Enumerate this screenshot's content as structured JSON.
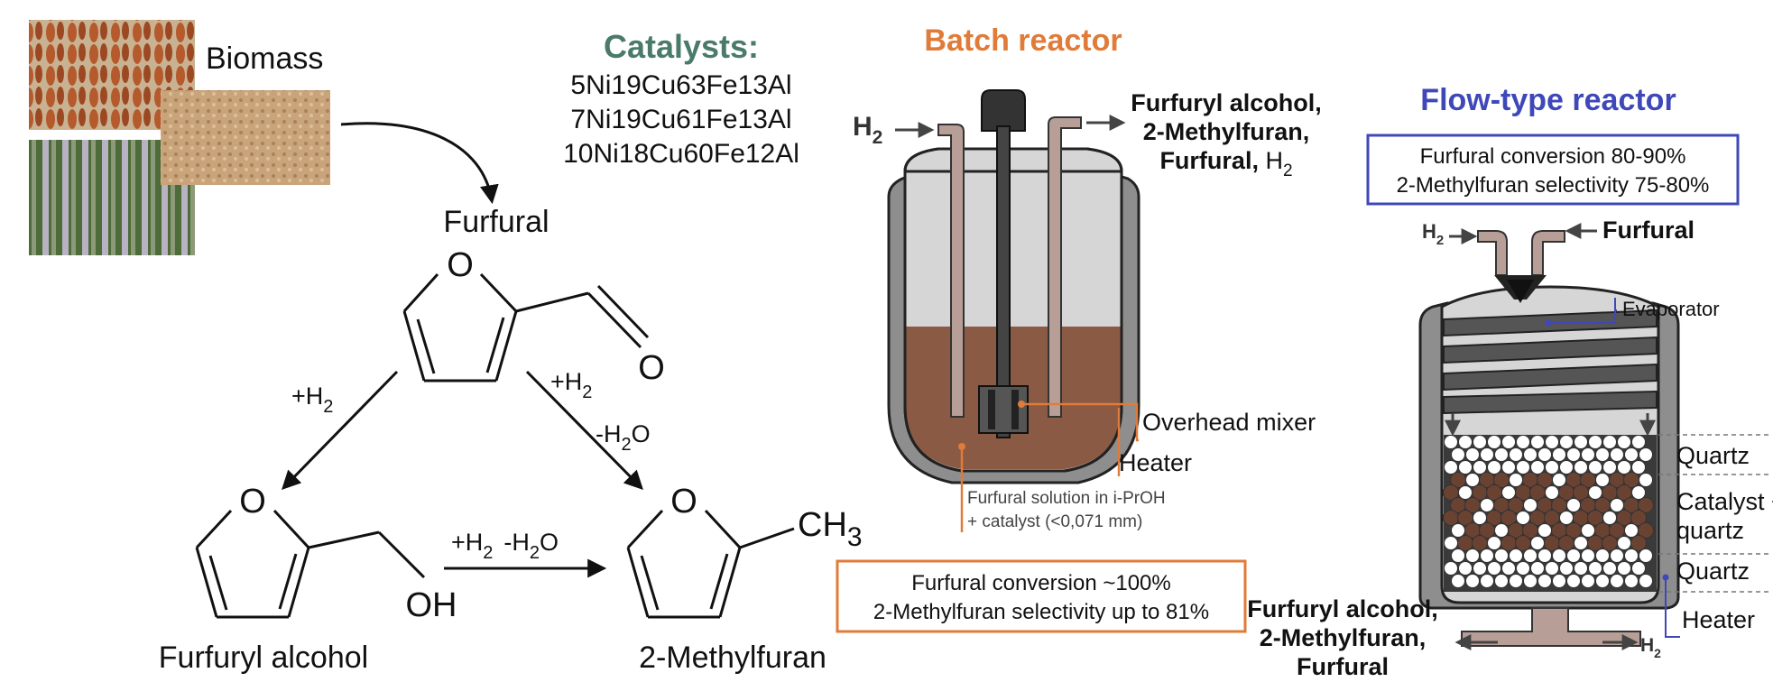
{
  "biomass": {
    "label": "Biomass"
  },
  "catalysts": {
    "title": "Catalysts:",
    "items": [
      "5Ni19Cu63Fe13Al",
      "7Ni19Cu61Fe13Al",
      "10Ni18Cu60Fe12Al"
    ]
  },
  "scheme": {
    "furfural": "Furfural",
    "furfuryl_alcohol": "Furfuryl alcohol",
    "methylfuran": "2-Methylfuran",
    "oxygen": "O",
    "oh": "OH",
    "methyl": "CH",
    "subscript_3": "3",
    "subscript_2": "2",
    "plus_h": "+H",
    "minus_h": "-H"
  },
  "batch": {
    "title": "Batch reactor",
    "h2_in": "H",
    "products_line1": "Furfuryl alcohol,",
    "products_line2": "2-Methylfuran,",
    "products_line3": "Furfural,",
    "products_line3_h": "H",
    "mixer_label": "Overhead mixer",
    "heater_label": "Heater",
    "solution_line1": "Furfural solution in i-PrOH",
    "solution_line2": "+ catalyst (<0,071 mm)",
    "result_line1": "Furfural conversion ~100%",
    "result_line2": "2-Methylfuran selectivity up to 81%",
    "accent": "#e07b39"
  },
  "flow": {
    "title": "Flow-type reactor",
    "result_line1": "Furfural conversion 80-90%",
    "result_line2": "2-Methylfuran selectivity 75-80%",
    "h2_in": "H",
    "furfural_in": "Furfural",
    "evaporator": "Evaporator",
    "quartz_top": "Quartz",
    "catalyst_line1": "Catalyst +",
    "catalyst_line2": "quartz",
    "quartz_bottom": "Quartz",
    "heater": "Heater",
    "out_line1": "Furfuryl alcohol,",
    "out_line2": "2-Methylfuran,",
    "out_line3": "Furfural",
    "out_h2": "H",
    "accent": "#3f48b8"
  },
  "colors": {
    "catalyst_title": "#4a7a6a",
    "liquid": "#8b5a44",
    "tube": "#b79f98"
  }
}
